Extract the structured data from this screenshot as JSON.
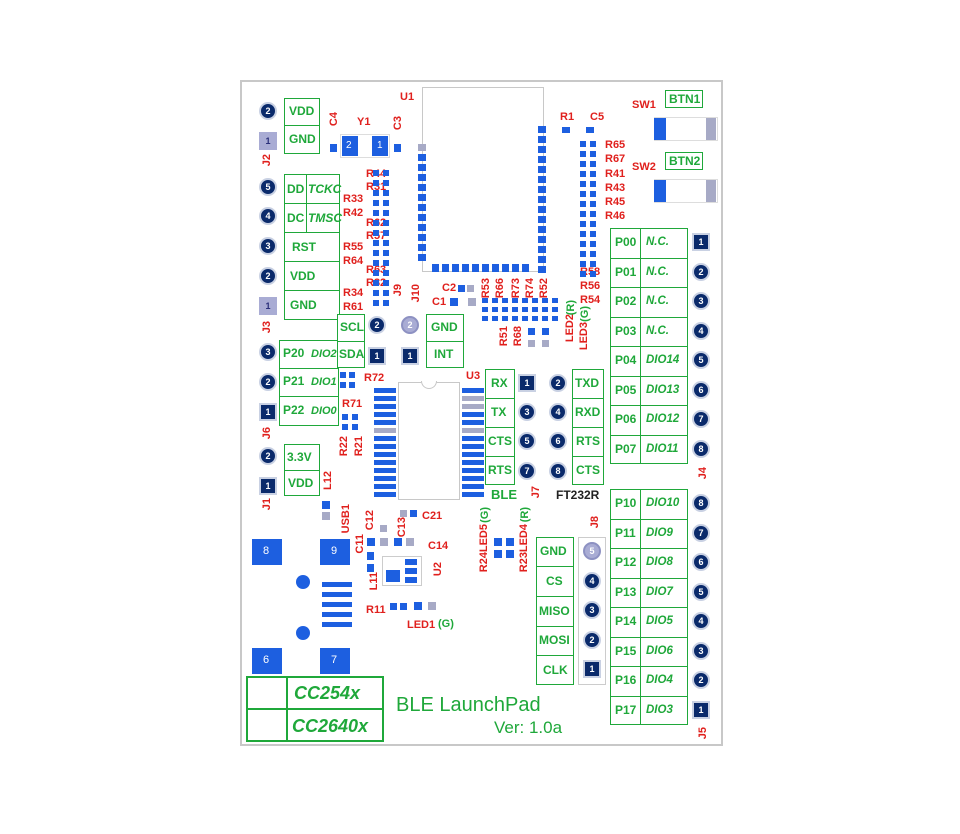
{
  "title": "BLE LaunchPad",
  "version": "Ver: 1.0a",
  "chips": [
    "CC254x",
    "CC2640x"
  ],
  "refs": {
    "U1": "U1",
    "U2": "U2",
    "U3": "U3",
    "Y1": "Y1",
    "R1": "R1",
    "C1": "C1",
    "C2": "C2",
    "C3": "C3",
    "C4": "C4",
    "C5": "C5",
    "C11": "C11",
    "C12": "C12",
    "C13": "C13",
    "C14": "C14",
    "C21": "C21",
    "L11": "L11",
    "L12": "L12",
    "R11": "R11",
    "USB1": "USB1",
    "LED1": "LED1",
    "LED4": "LED4",
    "LED5": "LED5",
    "R23": "R23",
    "R24": "R24",
    "R44": "R44",
    "R31": "R31",
    "R33": "R33",
    "R42": "R42",
    "R62": "R62",
    "R57": "R57",
    "R55": "R55",
    "R64": "R64",
    "R63": "R63",
    "R32": "R32",
    "R34": "R34",
    "R61": "R61",
    "R65": "R65",
    "R67": "R67",
    "R41": "R41",
    "R43": "R43",
    "R45": "R45",
    "R46": "R46",
    "R58": "R58",
    "R56": "R56",
    "R54": "R54",
    "R53": "R53",
    "R66": "R66",
    "R73": "R73",
    "R74": "R74",
    "R52": "R52",
    "R51": "R51",
    "R68": "R68",
    "LED2": "LED2",
    "LED3": "LED3",
    "R72": "R72",
    "R71": "R71",
    "R22": "R22",
    "R21": "R21",
    "SW1": "SW1",
    "SW2": "SW2"
  },
  "led_colors": {
    "G": "(G)",
    "R": "(R)"
  },
  "connectors": {
    "J1": {
      "name": "J1",
      "pins": [
        "2",
        "1"
      ],
      "labels": [
        "3.3V",
        "VDD"
      ]
    },
    "J2": {
      "name": "J2",
      "pins": [
        "2",
        "1"
      ],
      "labels": [
        "VDD",
        "GND"
      ]
    },
    "J3": {
      "name": "J3",
      "pins": [
        "5",
        "4",
        "3",
        "2",
        "1"
      ],
      "labels": [
        "DD",
        "DC",
        "RST",
        "VDD",
        "GND"
      ],
      "italic": [
        "TCKC",
        "TMSC"
      ]
    },
    "J6": {
      "name": "J6",
      "pins": [
        "3",
        "2",
        "1"
      ],
      "labels": [
        "P20",
        "P21",
        "P22"
      ],
      "italic": [
        "DIO2",
        "DIO1",
        "DIO0"
      ]
    },
    "J9": {
      "name": "J9",
      "pins": [
        "2",
        "1"
      ],
      "labels": [
        "SCL",
        "SDA"
      ]
    },
    "J10": {
      "name": "J10",
      "pins": [
        "2",
        "1"
      ],
      "labels": [
        "GND",
        "INT"
      ]
    },
    "J7": {
      "name": "J7",
      "pins": [
        "1",
        "2",
        "3",
        "4",
        "5",
        "6",
        "7",
        "8"
      ],
      "left_labels": [
        "RX",
        "TX",
        "CTS",
        "RTS"
      ],
      "right_labels": [
        "TXD",
        "RXD",
        "RTS",
        "CTS"
      ],
      "left_title": "BLE",
      "right_title": "FT232R"
    },
    "J8": {
      "name": "J8",
      "pins": [
        "5",
        "4",
        "3",
        "2",
        "1"
      ],
      "labels": [
        "GND",
        "CS",
        "MISO",
        "MOSI",
        "CLK"
      ]
    },
    "J4": {
      "name": "J4",
      "pins": [
        "1",
        "2",
        "3",
        "4",
        "5",
        "6",
        "7",
        "8"
      ],
      "ports": [
        "P00",
        "P01",
        "P02",
        "P03",
        "P04",
        "P05",
        "P06",
        "P07"
      ],
      "dio": [
        "N.C.",
        "N.C.",
        "N.C.",
        "N.C.",
        "DIO14",
        "DIO13",
        "DIO12",
        "DIO11"
      ]
    },
    "J5": {
      "name": "J5",
      "pins": [
        "8",
        "7",
        "6",
        "5",
        "4",
        "3",
        "2",
        "1"
      ],
      "ports": [
        "P10",
        "P11",
        "P12",
        "P13",
        "P14",
        "P15",
        "P16",
        "P17"
      ],
      "dio": [
        "DIO10",
        "DIO9",
        "DIO8",
        "DIO7",
        "DIO5",
        "DIO6",
        "DIO4",
        "DIO3"
      ]
    }
  },
  "buttons": {
    "BTN1": "BTN1",
    "BTN2": "BTN2"
  },
  "usb_pads": [
    "8",
    "9",
    "6",
    "7"
  ],
  "crystal_pins": [
    "2",
    "1"
  ],
  "colors": {
    "pad": "#1d5fe0",
    "silk_red": "#e0201d",
    "silk_green": "#1fa83a",
    "pin": "#0a2a6b",
    "board_border": "#c8c8c8"
  }
}
